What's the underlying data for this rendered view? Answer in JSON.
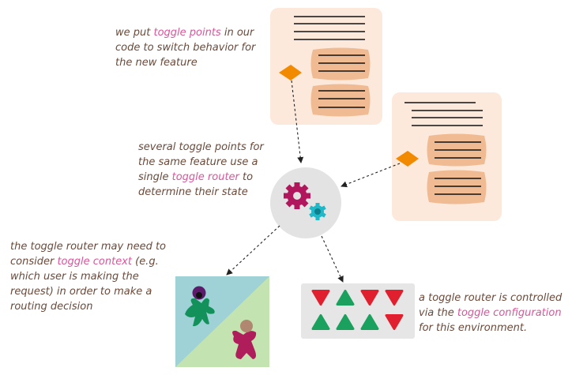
{
  "notes": {
    "toggle_points": {
      "pre": "we put ",
      "hl": "toggle points",
      "post": " in our code to switch behavior for the new feature"
    },
    "toggle_router": {
      "pre": "several toggle points for the same feature use a single ",
      "hl": "toggle router",
      "post": " to determine their state"
    },
    "toggle_context": {
      "pre": "the toggle router may need to consider ",
      "hl": "toggle context",
      "post": " (e.g. which user is making the request) in order to make a routing decision"
    },
    "toggle_configuration": {
      "pre": "a toggle router is controlled via the ",
      "hl": "toggle configuration",
      "post": " for this environment."
    }
  },
  "config_panel": {
    "top_row": [
      "off",
      "on",
      "off",
      "off"
    ],
    "bottom_row": [
      "on",
      "on",
      "on",
      "off"
    ]
  },
  "colors": {
    "accent": "#d9559a",
    "note_text": "#6b4a3a",
    "doc_bg": "#fde9dc",
    "code_block": "#f0bb92",
    "toggle_point": "#f28a00",
    "router_bg": "#e3e3e3",
    "gear_large": "#b1175d",
    "gear_small": "#1fb8c9",
    "context_teal": "#9fd2d6",
    "context_green": "#c3e3b0",
    "user_green": "#12925a",
    "user_purple": "#5c1b6b",
    "user_red": "#b01d5b",
    "user_head_brown": "#b08770",
    "config_bg": "#e6e6e6",
    "on_color": "#1aa15d",
    "off_color": "#e0202e"
  }
}
